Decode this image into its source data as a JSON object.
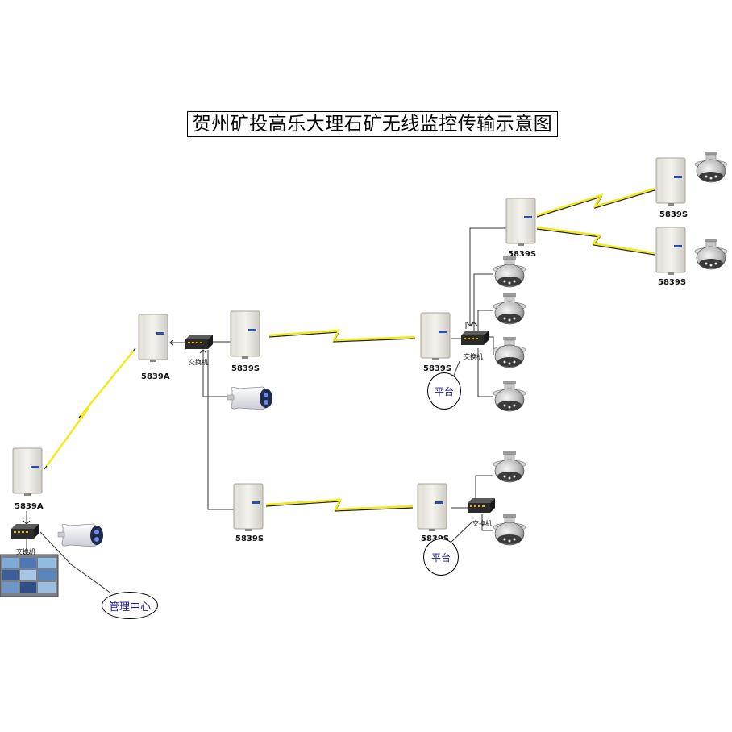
{
  "title": "贺州矿投高乐大理石矿无线监控传输示意图",
  "labels": {
    "ap_a_top": "5839A",
    "ap_a_bottom": "5839A",
    "ap_s_mid": "5839S",
    "ap_s_right_mid": "5839S",
    "ap_s_top": "5839S",
    "ap_s_far_top": "5839S",
    "ap_s_far_second": "5839S",
    "ap_s_lower_mid": "5839S",
    "ap_s_lower_right": "5839S"
  },
  "switches": {
    "upper_left": "交换机",
    "right": "交换机",
    "lower_right": "交换机",
    "bottom_left": "交换机"
  },
  "callouts": {
    "platform_upper": "平台",
    "platform_lower": "平台",
    "management": "管理中心"
  },
  "colors": {
    "wireless_link": "#f2ea16",
    "wire": "#333333",
    "ap_panel": "#eceae2",
    "callout_text": "#1a1a99"
  }
}
